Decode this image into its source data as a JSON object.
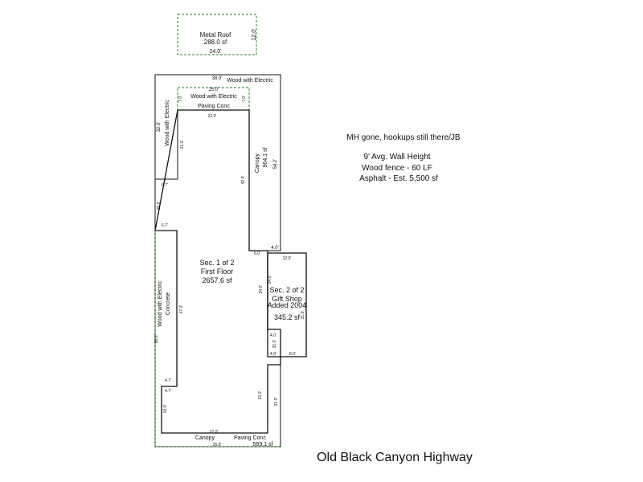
{
  "metal_roof": {
    "title": "Metal Roof",
    "area": "288.0 sf",
    "width": "24.0'",
    "depth": "12.0'"
  },
  "notes": {
    "hookups": "MH gone, hookups still there/JB",
    "wall_height": "9' Avg. Wall Height",
    "fence": "Wood fence - 60 LF",
    "asphalt": "Asphalt - Est. 5,500 sf"
  },
  "street": "Old Black Canyon Highway",
  "structure": {
    "outer_top_dim": "38.0'",
    "outer_top_label": "Wood with Electric",
    "inner_top_dim": "25.0'",
    "inner_top_label": "Wood with Electric",
    "inner_side_dim": "7.0'",
    "paving_top": "Paving Conc",
    "first_floor_top_dim": "22.0'",
    "left_wing_depth": "32.0'",
    "left_wing_label": "Wood with Electric",
    "left_wing_inner_dim": "21.0'",
    "canopy_label": "Canopy",
    "canopy_area": "964.1 sf",
    "canopy_dim_right": "54.2'",
    "canopy_dim_left": "42.0'",
    "notch_width_top": "6.7'",
    "gap_height": "15.0'",
    "notch_width_bottom": "6.7'",
    "left_strip_label": "Wood with Electric",
    "left_strip_sub": "Concrete",
    "left_strip_dim": "47.0'",
    "overall_left_dim": "96.0'",
    "sec1_label": "Sec. 1 of 2",
    "sec1_floor": "First Floor",
    "sec1_area": "2657.6 sf",
    "sec2_label": "Sec. 2 of 2",
    "sec2_use": "Gift Shop",
    "sec2_year": "Added 2004",
    "sec2_area": "345.2 sf",
    "sec2_top_dim": "12.0'",
    "sec2_left_dim": "24.0'",
    "sec2_right_dim": "31.0'",
    "sec2_bottom_dim": "8.0'",
    "small_dim_a": "5.0'",
    "small_dim_b": "4.0'",
    "small_dim_c": "4.0'",
    "step_dim": "4.7'",
    "step_dim_2": "4.7'",
    "step_side_dim": "14.0'",
    "lower_right_dim": "23.0'",
    "lower_outer_dim": "21.0'",
    "first_floor_bottom_dim": "22.0'",
    "bottom_canopy": "Canopy",
    "bottom_paving": "Paving Conc",
    "bottom_dim": "26.0'",
    "bottom_area": "589.1 sf",
    "notch_small_dim": "4.0'"
  }
}
